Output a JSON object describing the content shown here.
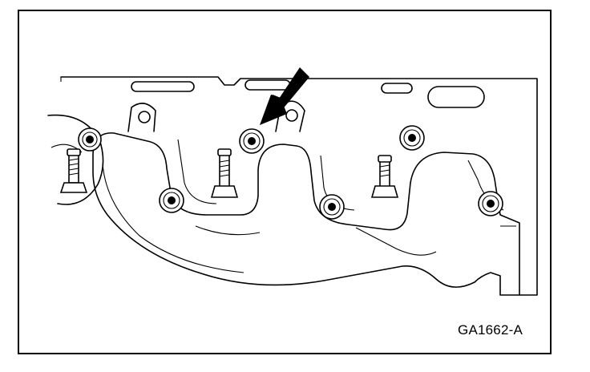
{
  "figure": {
    "code": "GA1662-A"
  },
  "callout": {
    "type": "arrow",
    "target": "second-upper-nut"
  },
  "colors": {
    "ink": "#000000",
    "background": "#ffffff"
  }
}
